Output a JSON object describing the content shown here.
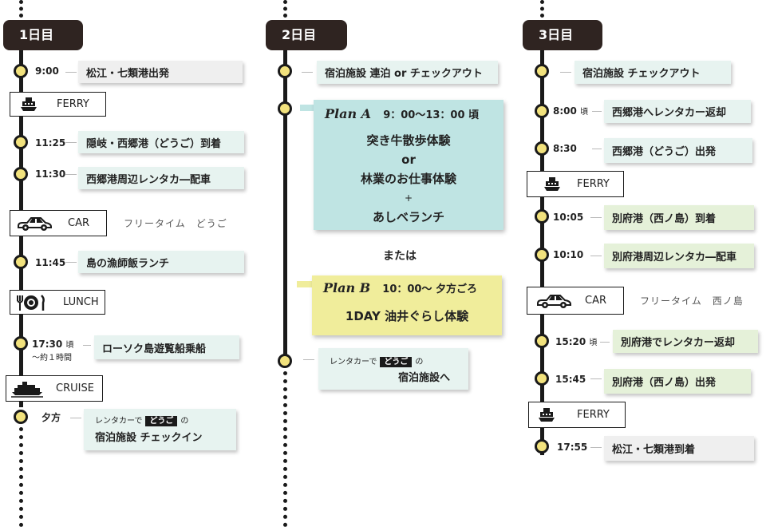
{
  "days": [
    {
      "label": "1日目"
    },
    {
      "label": "2日目"
    },
    {
      "label": "3日目"
    }
  ],
  "transport": {
    "ferry": "FERRY",
    "car": "CAR",
    "lunch": "LUNCH",
    "cruise": "CRUISE"
  },
  "day1": {
    "e1": {
      "time": "9:00",
      "text": "松江・七類港出発"
    },
    "e2": {
      "time": "11:25",
      "text": "隠岐・西郷港（どうご）到着"
    },
    "e3": {
      "time": "11:30",
      "text": "西郷港周辺レンタカ―配車"
    },
    "car_note": "フリータイム　どうご",
    "e4": {
      "time": "11:45",
      "text": "島の漁師飯ランチ"
    },
    "e5": {
      "time": "17:30",
      "time_suffix": "頃",
      "time_line2": "～約１時間",
      "text": "ローソク島遊覧船乗船"
    },
    "e6": {
      "time": "夕方",
      "line1_prefix": "レンタカーで",
      "tag": "どうご",
      "line1_suffix": "の",
      "line2": "宿泊施設 チェックイン"
    }
  },
  "day2": {
    "e1": {
      "text": "宿泊施設 連泊 or チェックアウト"
    },
    "planA": {
      "title": "Plan A",
      "time": "9：00～13：00 頃",
      "lines": [
        "突き牛散歩体験",
        "or",
        "林業のお仕事体験",
        "+",
        "あしベランチ"
      ]
    },
    "or_text": "または",
    "planB": {
      "title": "Plan B",
      "time": "10：00～ 夕方ごろ",
      "body": "1DAY 油井ぐらし体験"
    },
    "e_last": {
      "line1_prefix": "レンタカーで",
      "tag": "どうご",
      "line1_suffix": "の",
      "line2": "宿泊施設へ"
    }
  },
  "day3": {
    "e1": {
      "text": "宿泊施設 チェックアウト"
    },
    "e2": {
      "time": "8:00",
      "time_suffix": "頃",
      "text": "西郷港へレンタカー返却"
    },
    "e3": {
      "time": "8:30",
      "text": "西郷港（どうご）出発"
    },
    "e4": {
      "time": "10:05",
      "text": "別府港（西ノ島）到着"
    },
    "e5": {
      "time": "10:10",
      "text": "別府港周辺レンタカ―配車"
    },
    "car_note": "フリータイム　西ノ島",
    "e6": {
      "time": "15:20",
      "time_suffix": "頃",
      "text": "別府港でレンタカー返却"
    },
    "e7": {
      "time": "15:45",
      "text": "別府港（西ノ島）出発"
    },
    "e8": {
      "time": "17:55",
      "text": "松江・七類港到着"
    }
  },
  "colors": {
    "header_bg": "#2f2421",
    "node_fill": "#f2e27d",
    "card_mint": "#e7f3f0",
    "card_gray": "#efefef",
    "card_green": "#e5f1d9",
    "planA_bg": "#bfe4e3",
    "planB_bg": "#f0ed9b"
  },
  "icons": [
    "ship-icon",
    "car-icon",
    "lunch-icon",
    "cruise-ship-icon"
  ]
}
